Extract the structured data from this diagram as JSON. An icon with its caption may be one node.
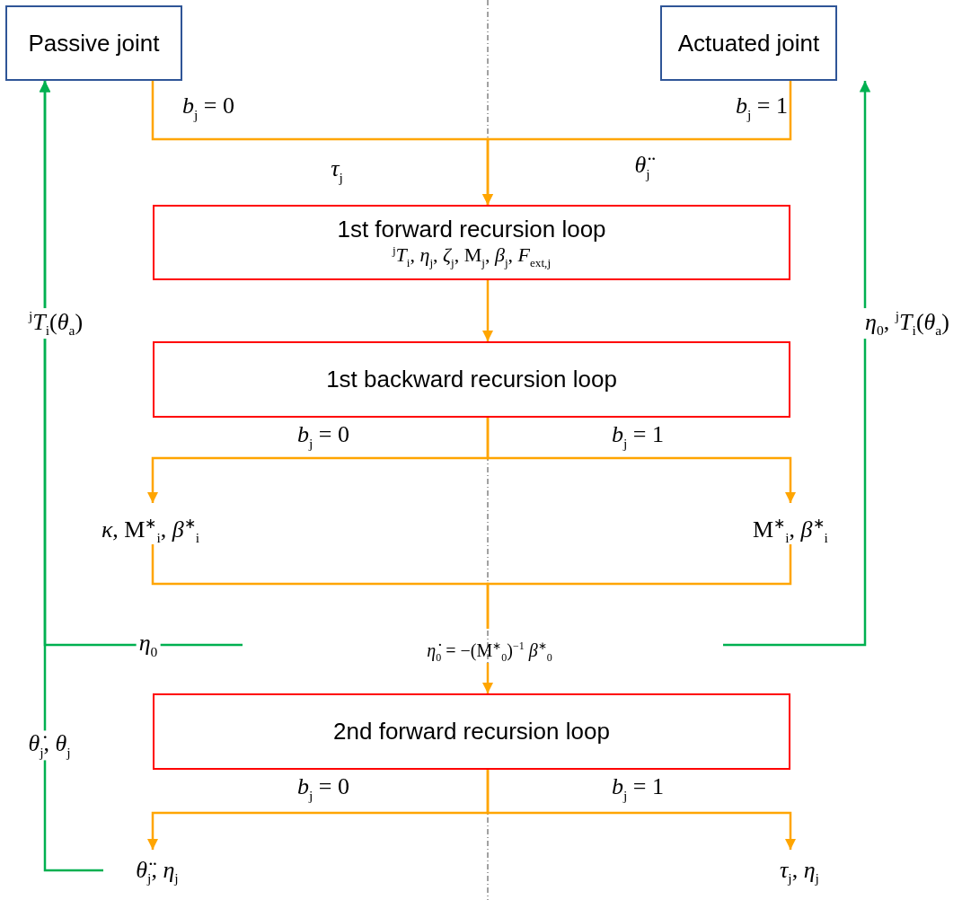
{
  "diagram": {
    "nodes": [
      {
        "text": [
          "Passive joint"
        ]
      },
      {
        "text": [
          "Actuated joint"
        ]
      },
      {
        "text": [
          "1st forward recursion loop",
          "$^{j}$*T*$_{i}$, *η*$_{j}$, *ζ*$_{j}$, M$_{j}$, *β*$_{j}$, *F*$_{ext,j}$"
        ]
      },
      {
        "text": [
          "1st backward recursion loop"
        ]
      },
      {
        "text": [
          "*κ*, M$^{∗}$$_{i}$, *β*$^{∗}$$_{i}$"
        ]
      },
      {
        "text": [
          "M$^{∗}$$_{i}$, *β*$^{∗}$$_{i}$"
        ]
      },
      {
        "text": [
          "*η̇*$_{0}$ = −(M$^{∗}$$_{0}$)$^{−1}$ *β*$^{∗}$$_{0}$"
        ]
      },
      {
        "text": [
          "2nd forward recursion loop"
        ]
      },
      {
        "text": [
          "*θ̈*$_{j}$, *η*$_{j}$"
        ]
      },
      {
        "text": [
          "*τ*$_{j}$, *η*$_{j}$"
        ]
      }
    ],
    "edges": [
      {
        "from": 0,
        "to": 2,
        "arrow": "to",
        "label": "*b*$_{j}$ = 0"
      },
      {
        "from": 1,
        "to": 2,
        "arrow": "to",
        "label": "*b*$_{j}$ = 1"
      },
      {
        "from": 2,
        "to": 3,
        "arrow": "to"
      },
      {
        "from": 3,
        "to": 4,
        "arrow": "to",
        "label": "*b*$_{j}$ = 0"
      },
      {
        "from": 3,
        "to": 5,
        "arrow": "to",
        "label": "*b*$_{j}$ = 1"
      },
      {
        "from": 4,
        "to": 6,
        "arrow": "none"
      },
      {
        "from": 5,
        "to": 6,
        "arrow": "none"
      },
      {
        "from": 6,
        "to": 7,
        "arrow": "to"
      },
      {
        "from": 7,
        "to": 8,
        "arrow": "to",
        "label": "*b*$_{j}$ = 0"
      },
      {
        "from": 7,
        "to": 9,
        "arrow": "to",
        "label": "*b*$_{j}$ = 1"
      },
      {
        "from": 8,
        "to": 0,
        "arrow": "to",
        "label": "*θ̇*$_{j}$, *θ*$_{j}$",
        "color": "#00b050"
      },
      {
        "from": null,
        "to": 0,
        "arrow": "to",
        "label": "*η*$_{0}$",
        "color": "#00b050"
      },
      {
        "from": null,
        "to": 1,
        "arrow": "to",
        "label": "*η*$_{0}$, $^{j}$*T*$_{i}$(*θ*$_{a}$)",
        "color": "#00b050"
      }
    ],
    "labels": [
      "*τ*$_{j}$",
      "*θ̈*$_{j}$",
      "$^{j}$*T*$_{i}$(*θ*$_{a}$)"
    ]
  }
}
